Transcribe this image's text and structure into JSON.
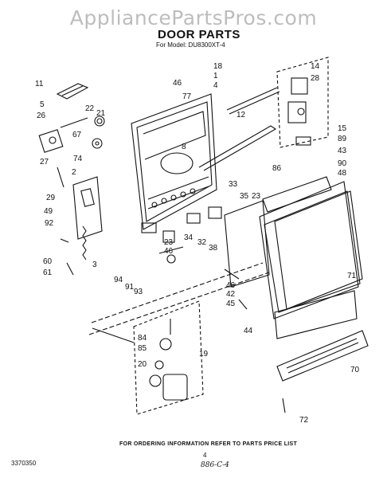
{
  "watermark": "AppliancePartsPros.com",
  "title": "DOOR PARTS",
  "subtitle": "For Model: DU8300XT-4",
  "footer_note": "FOR ORDERING INFORMATION REFER TO PARTS PRICE LIST",
  "doc_number": "3370350",
  "page_number": "4",
  "handwritten_note": "886-C-4",
  "part_labels": [
    "11",
    "5",
    "26",
    "27",
    "22",
    "21",
    "67",
    "2",
    "74",
    "29",
    "49",
    "92",
    "60",
    "61",
    "3",
    "46",
    "77",
    "18",
    "1",
    "4",
    "14",
    "28",
    "12",
    "15",
    "89",
    "8",
    "86",
    "43",
    "90",
    "48",
    "33",
    "35",
    "23",
    "34",
    "32",
    "38",
    "23",
    "46",
    "94",
    "91",
    "93",
    "46",
    "42",
    "45",
    "44",
    "71",
    "70",
    "84",
    "85",
    "19",
    "20",
    "72"
  ]
}
